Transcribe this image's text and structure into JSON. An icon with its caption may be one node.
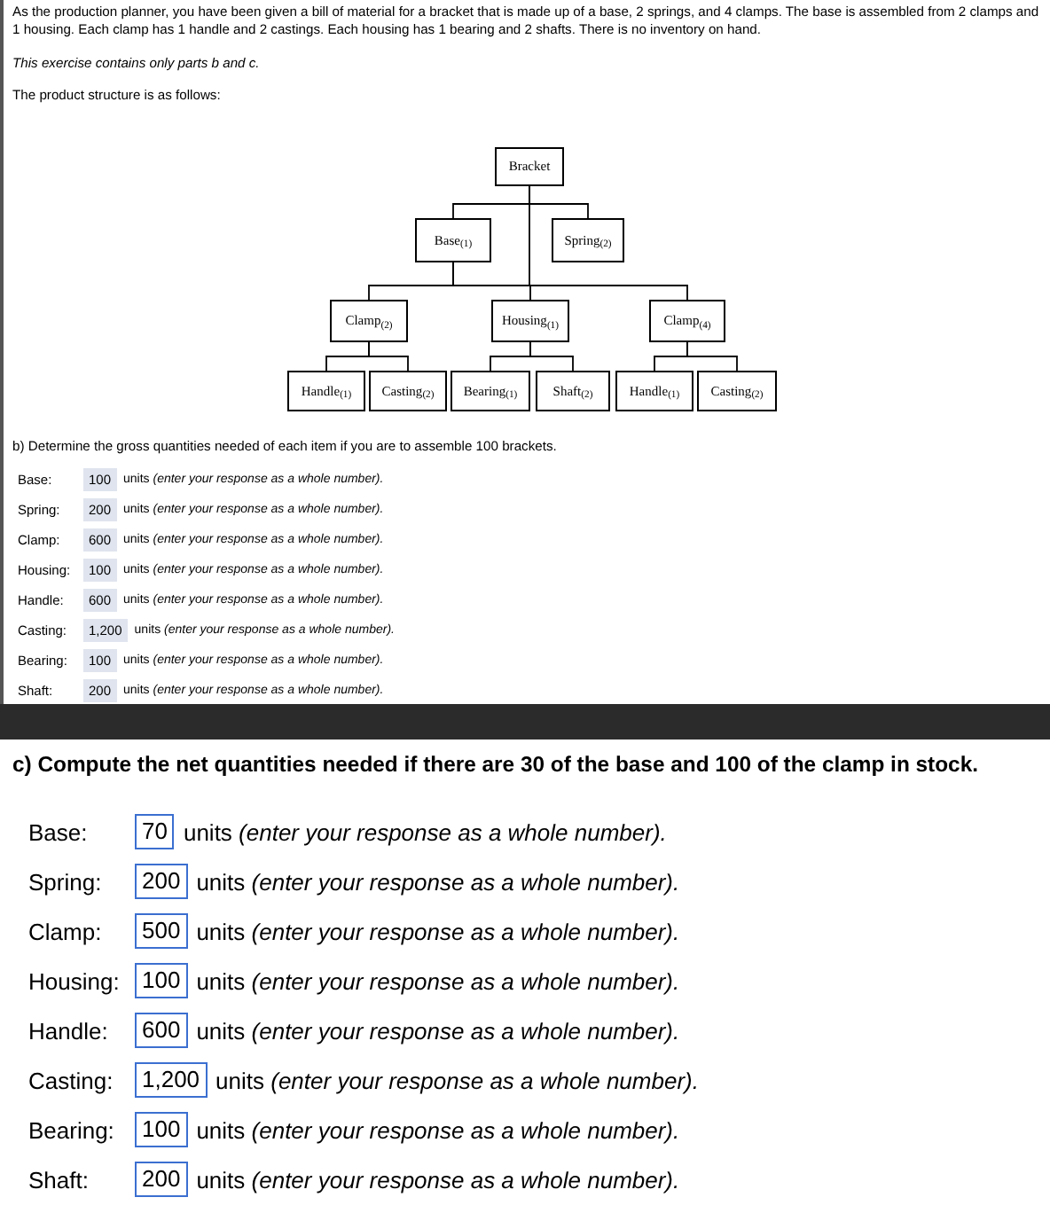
{
  "diagram": {
    "nodes": [
      {
        "text": [
          "Bracket"
        ]
      },
      {
        "text": [
          "Base$_{(1)}$"
        ]
      },
      {
        "text": [
          "Spring$_{(2)}$"
        ]
      },
      {
        "text": [
          "Clamp$_{(2)}$"
        ]
      },
      {
        "text": [
          "Housing$_{(1)}$"
        ]
      },
      {
        "text": [
          "Clamp$_{(4)}$"
        ]
      },
      {
        "text": [
          "Handle$_{(1)}$"
        ]
      },
      {
        "text": [
          "Casting$_{(2)}$"
        ]
      },
      {
        "text": [
          "Bearing$_{(1)}$"
        ]
      },
      {
        "text": [
          "Shaft$_{(2)}$"
        ]
      },
      {
        "text": [
          "Handle$_{(1)}$"
        ]
      },
      {
        "text": [
          "Casting$_{(2)}$"
        ]
      }
    ],
    "edges": [
      {
        "from": 0,
        "to": 1,
        "arrow": "none"
      },
      {
        "from": 0,
        "to": 2,
        "arrow": "none"
      },
      {
        "from": 0,
        "to": 5,
        "arrow": "none"
      },
      {
        "from": 1,
        "to": 3,
        "arrow": "none"
      },
      {
        "from": 1,
        "to": 4,
        "arrow": "none"
      },
      {
        "from": 3,
        "to": 6,
        "arrow": "none"
      },
      {
        "from": 3,
        "to": 7,
        "arrow": "none"
      },
      {
        "from": 4,
        "to": 8,
        "arrow": "none"
      },
      {
        "from": 4,
        "to": 9,
        "arrow": "none"
      },
      {
        "from": 5,
        "to": 10,
        "arrow": "none"
      },
      {
        "from": 5,
        "to": 11,
        "arrow": "none"
      }
    ],
    "labels": [
      "As the production planner, you have been given a bill of material for a bracket that is made up of a base, 2 springs, and 4 clamps. The base is assembled from 2 clamps and 1 housing. Each clamp has 1 handle and 2 castings. Each housing has 1 bearing and 2 shafts. There is no inventory on hand.",
      "This exercise contains only parts b and c.",
      "The product structure is as follows:",
      "b) Determine the gross quantities needed of each item if you are to assemble 100 brackets.",
      "Base:",
      "100",
      "units *(enter your response as a whole number).*",
      "Spring:",
      "200",
      "units *(enter your response as a whole number).*",
      "Clamp:",
      "600",
      "units *(enter your response as a whole number).*",
      "Housing:",
      "100",
      "units *(enter your response as a whole number).*",
      "Handle:",
      "600",
      "units *(enter your response as a whole number).*",
      "Casting:",
      "1,200",
      "units *(enter your response as a whole number).*",
      "Bearing:",
      "100",
      "units *(enter your response as a whole number).*",
      "Shaft:",
      "200",
      "units *(enter your response as a whole number).*",
      "c) Compute the net quantities needed if there are 30 of the base and 100 of the clamp in stock.",
      "Base:",
      "70",
      "units *(enter your response as a whole number).*",
      "Spring:",
      "200",
      "units *(enter your response as a whole number).*",
      "Clamp:",
      "500",
      "units *(enter your response as a whole number).*",
      "Housing:",
      "100",
      "units *(enter your response as a whole number).*",
      "Handle:",
      "600",
      "units *(enter your response as a whole number).*",
      "Casting:",
      "1,200",
      "units *(enter your response as a whole number).*",
      "Bearing:",
      "100",
      "units *(enter your response as a whole number).*",
      "Shaft:",
      "200",
      "units *(enter your response as a whole number).*"
    ]
  }
}
